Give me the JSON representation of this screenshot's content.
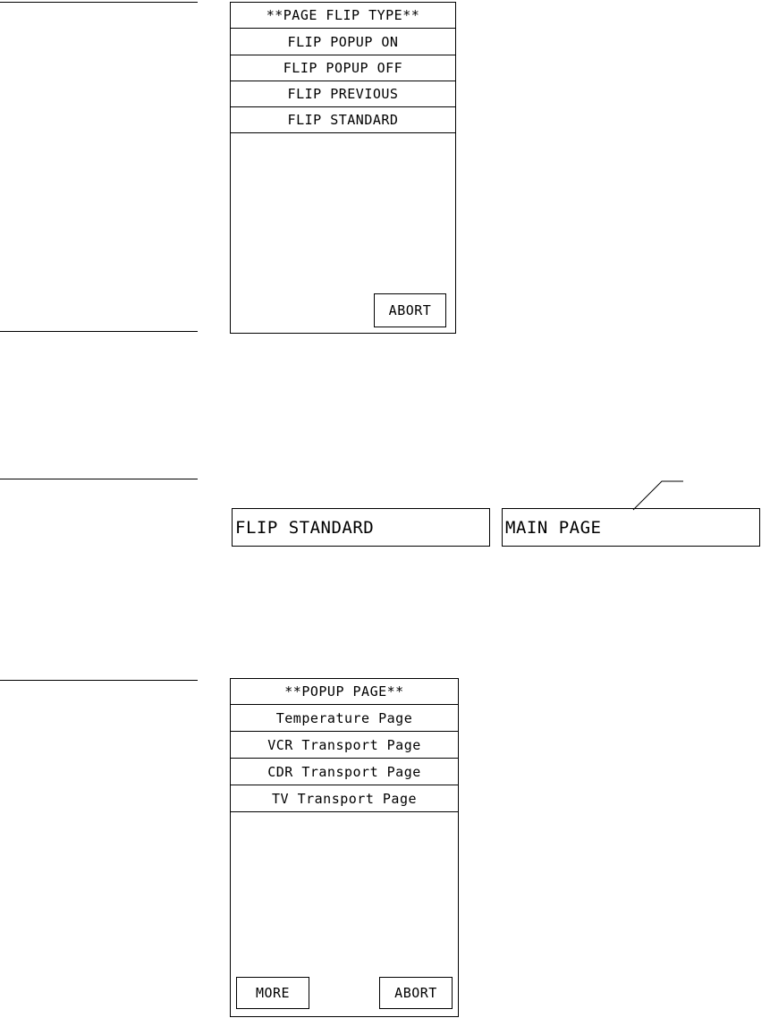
{
  "flip_type_menu": {
    "title": "**PAGE FLIP TYPE**",
    "items": [
      {
        "label": "FLIP POPUP ON"
      },
      {
        "label": "FLIP POPUP OFF"
      },
      {
        "label": "FLIP PREVIOUS"
      },
      {
        "label": "FLIP STANDARD"
      }
    ],
    "abort_label": "ABORT"
  },
  "fields": {
    "flip_type_value": "FLIP STANDARD",
    "target_page_value": "MAIN PAGE"
  },
  "popup_page_menu": {
    "title": "**POPUP PAGE**",
    "items": [
      {
        "label": "Temperature Page"
      },
      {
        "label": "VCR Transport Page"
      },
      {
        "label": "CDR Transport Page"
      },
      {
        "label": "TV Transport Page"
      }
    ],
    "more_label": "MORE",
    "abort_label": "ABORT"
  }
}
